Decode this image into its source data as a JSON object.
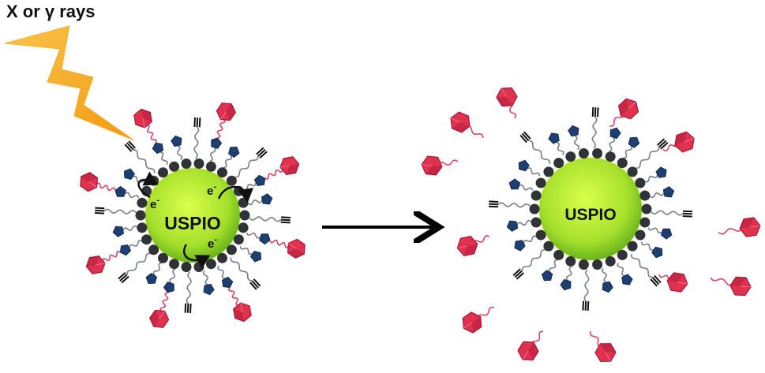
{
  "radiation_label": "X or γ rays",
  "core_label_left": "USPIO",
  "core_label_right": "USPIO",
  "electron_label": "e",
  "electron_sup": "-",
  "colors": {
    "lightning": "#f6a623",
    "lightning_edge": "#f7c04a",
    "core_center": "#c9f53a",
    "core_edge": "#6ab51d",
    "core_glow": "#ffe98a",
    "anchor_dot": "#2f3338",
    "linker": "#7a7f86",
    "pentagon": "#1e3f72",
    "alkyne": "#111111",
    "hexagon": "#e0324f",
    "hexagon_dark": "#a9183a",
    "pink_linker": "#d9446a",
    "arrow": "#000000"
  }
}
